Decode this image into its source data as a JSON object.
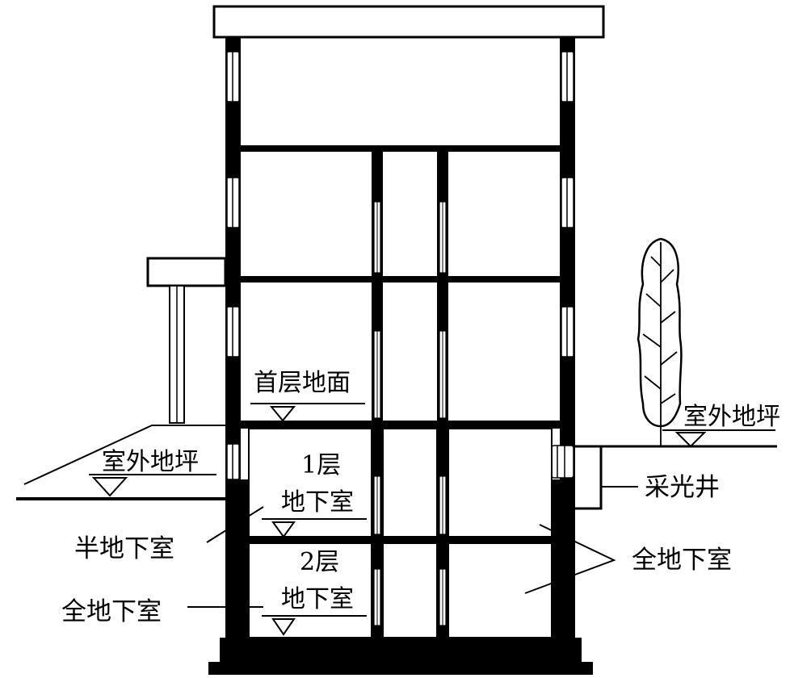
{
  "labels": {
    "ground_floor_level": "首层地面",
    "outdoor_grade_right": "室外地坪",
    "outdoor_grade_left": "室外地坪",
    "basement_1_line1": "1层",
    "basement_1_line2": "地下室",
    "basement_2_line1": "2层",
    "basement_2_line2": "地下室",
    "light_well": "采光井",
    "semi_basement": "半地下室",
    "full_basement_left": "全地下室",
    "full_basement_right": "全地下室"
  },
  "colors": {
    "ink": "#000000",
    "paper": "#ffffff"
  }
}
